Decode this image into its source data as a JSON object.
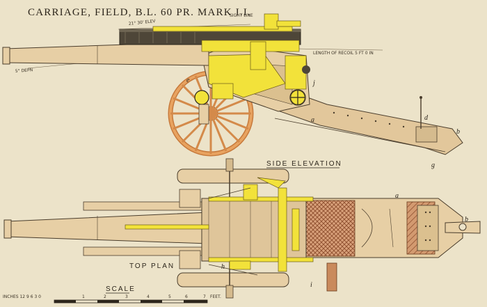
{
  "drawing": {
    "title": "CARRIAGE, FIELD, B.L. 60 PR. MARK I.I.",
    "side_view_label": "SIDE ELEVATION",
    "top_view_label": "TOP PLAN",
    "sight_line_label": "SIGHT LINE",
    "elevation_label": "21° 30' ELEV",
    "depression_label": "5° DEPN",
    "recoil_label": "LENGTH OF RECOIL 5 FT 0 IN",
    "scale": {
      "title": "SCALE",
      "left_label": "INCHES 12 9 6 3 0",
      "ticks": [
        "1",
        "2",
        "3",
        "4",
        "5",
        "6",
        "7"
      ],
      "unit": "FEET."
    },
    "part_refs": {
      "side": {
        "a": "a",
        "b": "b",
        "d": "d",
        "e": "e",
        "g": "g",
        "j": "j"
      },
      "plan": {
        "a": "a",
        "b": "b",
        "h": "h",
        "i": "i"
      }
    },
    "colors": {
      "paper": "#ece3c9",
      "ink": "#3b3225",
      "steel_tan": "#e7cfa5",
      "brass_yellow": "#f2e23a",
      "wheel_orange": "#e8a360",
      "red_hatch": "#b86a42",
      "dark_barrel": "#4e4638"
    }
  }
}
